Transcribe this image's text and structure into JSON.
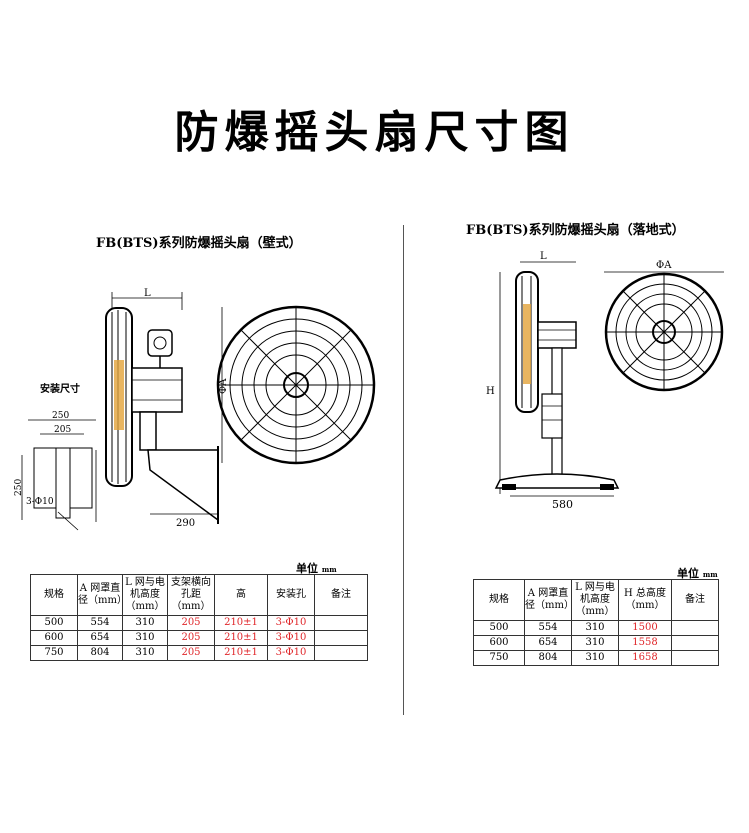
{
  "title": "防爆摇头扇尺寸图",
  "wall": {
    "subtitle": "FB(BTS)系列防爆摇头扇（壁式）",
    "install_label": "安装尺寸",
    "dims": {
      "w250": "250",
      "w205": "205",
      "h250": "250",
      "h210": "210",
      "holes": "3-Φ10",
      "depth290": "290",
      "L": "L",
      "A": "ΦA"
    },
    "unit": "单位",
    "unit_small": "mm",
    "headers": [
      "规格",
      "A 网罩直径（mm）",
      "L 网与电机高度（mm）",
      "支架横向孔距（mm）",
      "高",
      "安装孔",
      "备注"
    ],
    "rows": [
      [
        "500",
        "554",
        "310",
        "205",
        "210±1",
        "3-Φ10",
        ""
      ],
      [
        "600",
        "654",
        "310",
        "205",
        "210±1",
        "3-Φ10",
        ""
      ],
      [
        "750",
        "804",
        "310",
        "205",
        "210±1",
        "3-Φ10",
        ""
      ]
    ]
  },
  "floor": {
    "subtitle": "FB(BTS)系列防爆摇头扇（落地式）",
    "dims": {
      "L": "L",
      "H": "H",
      "base": "580",
      "A": "ΦA"
    },
    "unit": "单位",
    "unit_small": "mm",
    "headers": [
      "规格",
      "A 网罩直径（mm）",
      "L 网与电机高度（mm）",
      "H 总高度（mm）",
      "备注"
    ],
    "rows": [
      [
        "500",
        "554",
        "310",
        "1500",
        ""
      ],
      [
        "600",
        "654",
        "310",
        "1558",
        ""
      ],
      [
        "750",
        "804",
        "310",
        "1658",
        ""
      ]
    ]
  },
  "colors": {
    "accent_red": "#e0262a",
    "motor_orange": "#e2a23a"
  }
}
